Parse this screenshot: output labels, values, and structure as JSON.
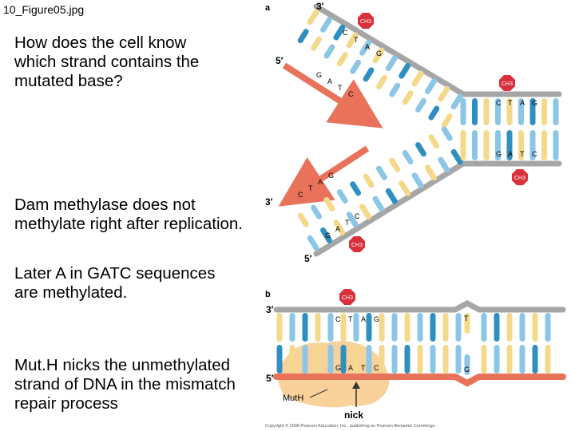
{
  "file_title": "10_Figure05.jpg",
  "text_blocks": [
    "How does the cell know\nwhich strand contains the\nmutated base?",
    "Dam methylase does not\nmethylate right after replication.",
    "Later A in GATC sequences\nare methylated.",
    "Mut.H nicks the unmethylated\nstrand of DNA in the mismatch\nrepair process"
  ],
  "figure": {
    "panel_a": "a",
    "panel_b": "b",
    "strand_3prime": "3′",
    "strand_5prime": "5′",
    "methyl_label": "CH3",
    "bases_top_fork": [
      "C",
      "T",
      "A",
      "G"
    ],
    "bases_bottom_fork": [
      "G",
      "A",
      "T",
      "C"
    ],
    "parental_top": [
      "C",
      "T",
      "A",
      "G"
    ],
    "parental_bottom": [
      "G",
      "A",
      "T",
      "C"
    ],
    "b_top": [
      "C",
      "T",
      "A",
      "G"
    ],
    "b_top_mismatch": "T",
    "b_bottom": [
      "G",
      "A",
      "T",
      "C"
    ],
    "b_bottom_mismatch": "G",
    "enzyme_label": "MutH",
    "nick_label": "nick",
    "copyright": "Copyright © 2008 Pearson Education, Inc., publishing as Pearson Benjamin Cummings.",
    "colors": {
      "backbone": "#a6a6a6",
      "new_strand": "#e8735a",
      "base_yellow": "#f5d98a",
      "base_blue": "#2f8fc0",
      "base_lightblue": "#8cc6e6",
      "methyl": "#d9303b",
      "muth": "#f7c98a"
    }
  }
}
